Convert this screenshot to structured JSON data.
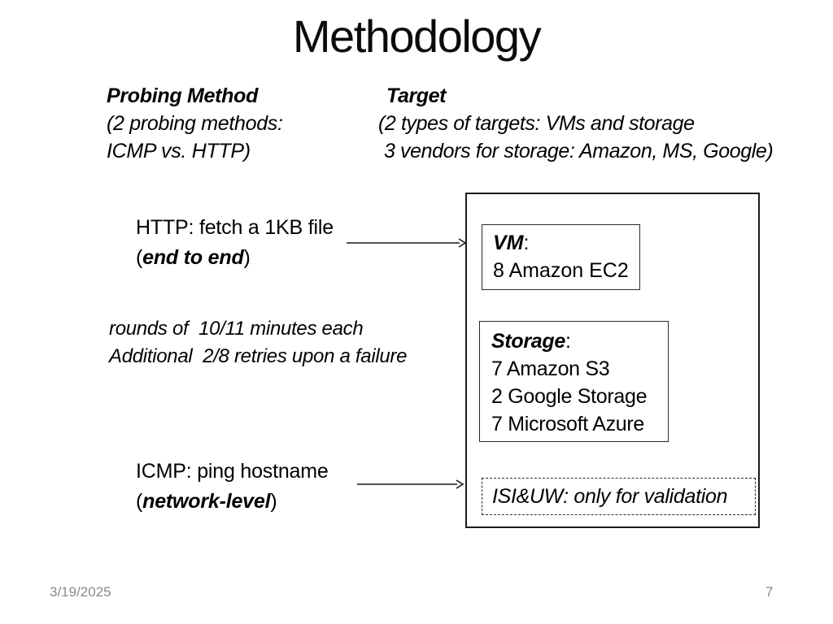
{
  "slide": {
    "title": "Methodology",
    "date": "3/19/2025",
    "page_number": "7"
  },
  "probing_method": {
    "heading": "Probing Method",
    "line2": "(2 probing methods:",
    "line3": "ICMP vs. HTTP)"
  },
  "target": {
    "heading": "Target",
    "line2": "(2 types of targets: VMs and storage",
    "line3": "3 vendors for storage: Amazon, MS, Google)"
  },
  "http_probe": {
    "line1": "HTTP: fetch a 1KB file",
    "paren_open": "(",
    "emphasis": "end to end",
    "paren_close": ")"
  },
  "schedule": {
    "line1": "rounds of  10/11 minutes each",
    "line2": "Additional  2/8 retries upon a failure"
  },
  "icmp_probe": {
    "line1": "ICMP: ping hostname",
    "paren_open": "(",
    "emphasis": "network-level",
    "paren_close": ")"
  },
  "targets_diagram": {
    "vm_box": {
      "heading": "VM",
      "colon": ":",
      "line2": "8 Amazon EC2"
    },
    "storage_box": {
      "heading": "Storage",
      "colon": ":",
      "lines": [
        "7 Amazon S3",
        "2 Google Storage",
        "7 Microsoft Azure"
      ]
    },
    "validation_box": {
      "text": "ISI&UW: only for validation"
    }
  },
  "colors": {
    "text": "#000000",
    "muted_gray": "#8a8a8a",
    "border": "#1a1a1a",
    "background": "#ffffff"
  }
}
